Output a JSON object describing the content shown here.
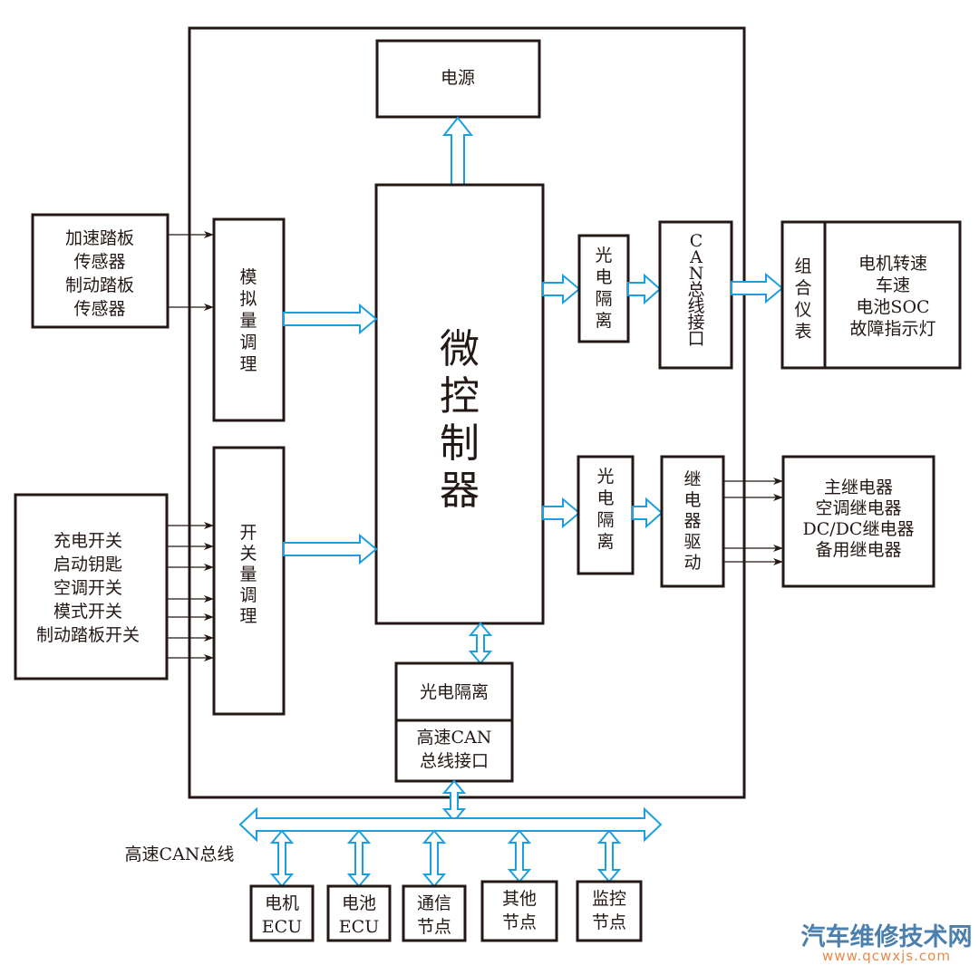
{
  "diagram": {
    "power": "电源",
    "mcu": [
      "微",
      "控",
      "制",
      "器"
    ],
    "analog_cond": [
      "模",
      "拟",
      "量",
      "调",
      "理"
    ],
    "switch_cond": [
      "开",
      "关",
      "量",
      "调",
      "理"
    ],
    "pedal_sensors": [
      "加速踏板",
      "传感器",
      "制动踏板",
      "传感器"
    ],
    "switches": [
      "充电开关",
      "启动钥匙",
      "空调开关",
      "模式开关",
      "制动踏板开关"
    ],
    "opto_top": [
      "光",
      "电",
      "隔",
      "离"
    ],
    "can_iface_v": [
      "C",
      "A",
      "N",
      "总",
      "线",
      "接",
      "口"
    ],
    "cluster": [
      "组",
      "合",
      "仪",
      "表"
    ],
    "cluster_items": [
      "电机转速",
      "车速",
      "电池SOC",
      "故障指示灯"
    ],
    "opto_mid": [
      "光",
      "电",
      "隔",
      "离"
    ],
    "relay_drive": [
      "继",
      "电",
      "器",
      "驱",
      "动"
    ],
    "relays": [
      "主继电器",
      "空调继电器",
      "DC/DC继电器",
      "备用继电器"
    ],
    "opto_bottom": "光电隔离",
    "hs_can_iface": [
      "高速CAN",
      "总线接口"
    ],
    "bus_label": "高速CAN总线",
    "nodes": [
      [
        "电机",
        "ECU"
      ],
      [
        "电池",
        "ECU"
      ],
      [
        "通信",
        "节点"
      ],
      [
        "其他",
        "节点"
      ],
      [
        "监控",
        "节点"
      ]
    ]
  },
  "watermark": {
    "title": "汽车维修技术网",
    "url": "www.qcwxjs.com"
  },
  "colors": {
    "line": "#231815",
    "arrow_blue": "#1aa0e0"
  }
}
